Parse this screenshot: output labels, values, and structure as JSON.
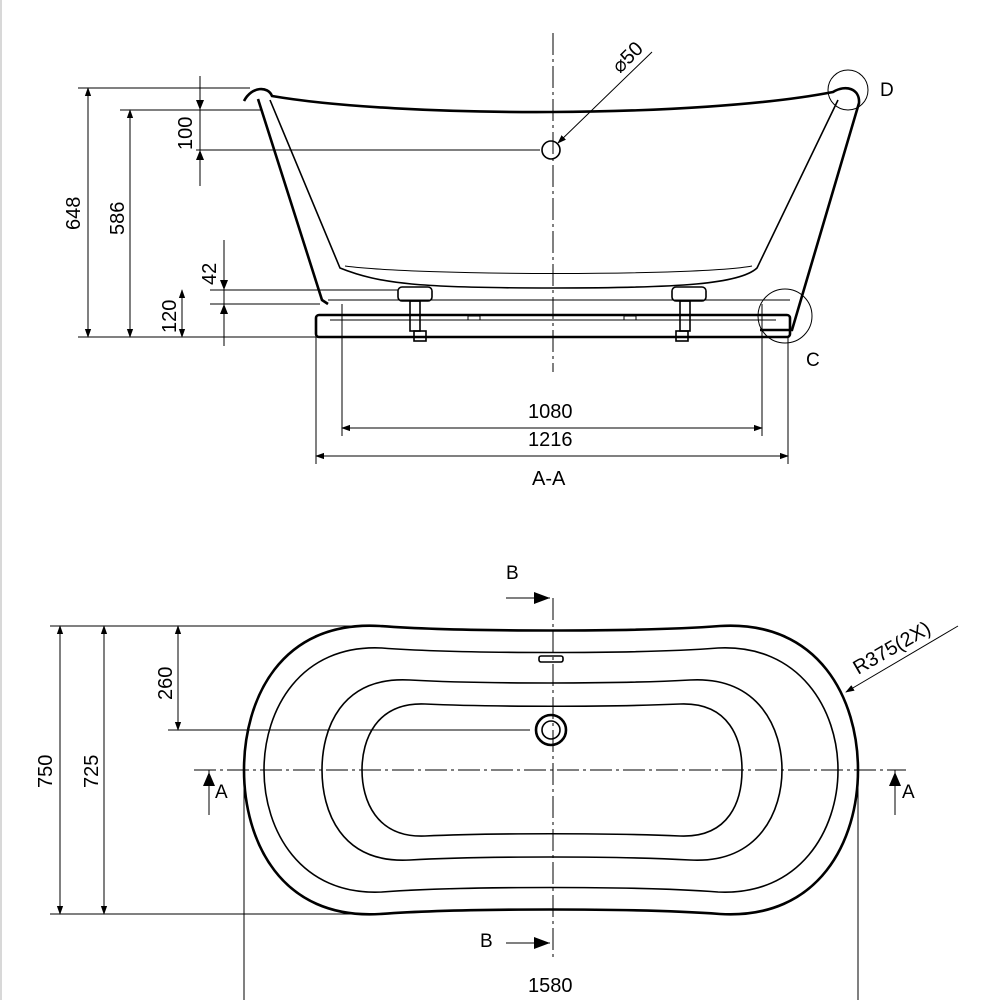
{
  "section_view": {
    "title": "A-A",
    "dims": {
      "overall_height": "648",
      "rim_height": "586",
      "rim_to_overflow": "100",
      "floor_gap": "42",
      "base_height": "120",
      "inner_base_length": "1080",
      "outer_base_length": "1216"
    },
    "overflow_diameter": "50",
    "detail_labels": {
      "top": "D",
      "bottom": "C"
    }
  },
  "plan_view": {
    "dims": {
      "overall_width": "750",
      "inner_width": "725",
      "drain_offset": "260",
      "overall_length": "1580"
    },
    "radius_label": "R375(2X)",
    "section_markers": {
      "a_left": "A",
      "a_right": "A",
      "b_top": "B",
      "b_bottom": "B"
    }
  }
}
